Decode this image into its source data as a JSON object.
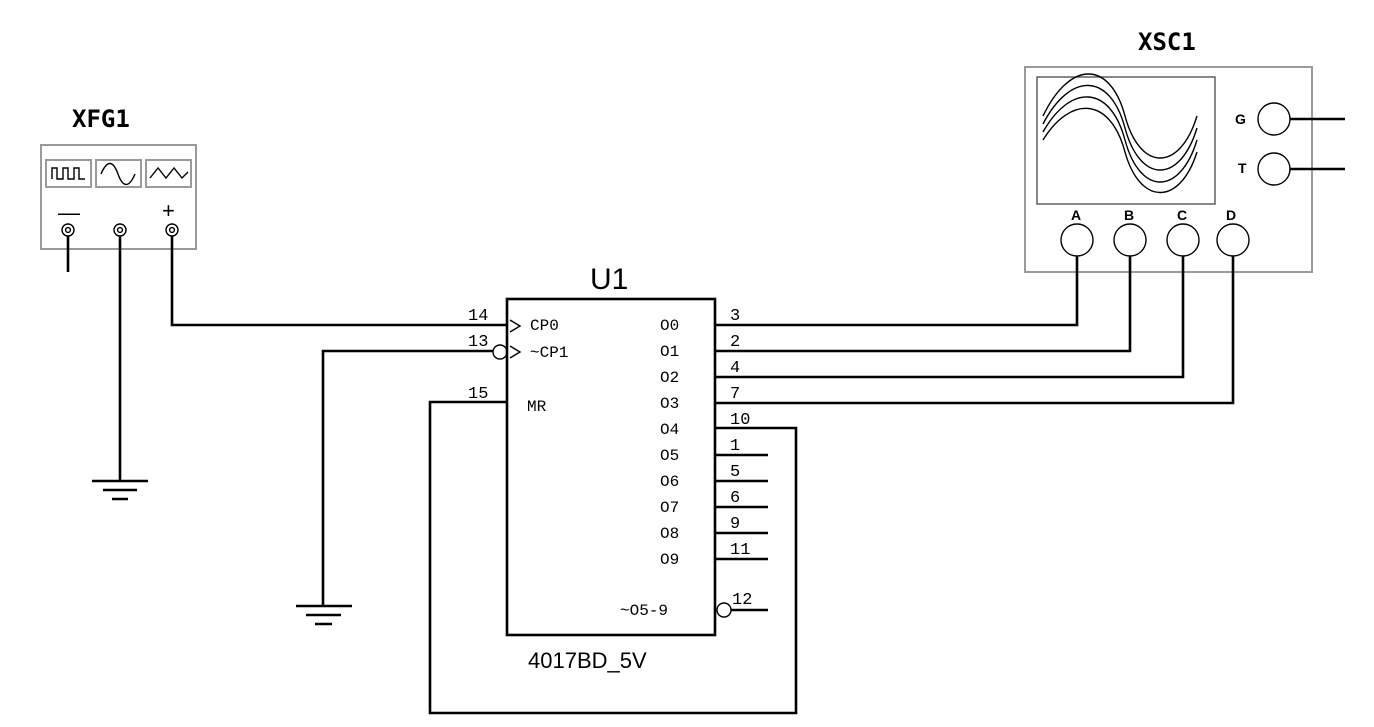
{
  "function_generator": {
    "name": "XFG1",
    "terminals": [
      "—",
      "",
      "+"
    ],
    "waveforms": [
      "square-wave-icon",
      "sine-wave-icon",
      "triangle-wave-icon"
    ]
  },
  "oscilloscope": {
    "name": "XSC1",
    "channels": [
      "A",
      "B",
      "C",
      "D"
    ],
    "side_terminals": [
      "G",
      "T"
    ]
  },
  "counter": {
    "ref": "U1",
    "part": "4017BD_5V",
    "left_pins": [
      {
        "num": "14",
        "label": "CP0"
      },
      {
        "num": "13",
        "label": "~CP1"
      },
      {
        "num": "15",
        "label": "MR"
      }
    ],
    "right_pins": [
      {
        "num": "3",
        "label": "O0"
      },
      {
        "num": "2",
        "label": "O1"
      },
      {
        "num": "4",
        "label": "O2"
      },
      {
        "num": "7",
        "label": "O3"
      },
      {
        "num": "10",
        "label": "O4"
      },
      {
        "num": "1",
        "label": "O5"
      },
      {
        "num": "5",
        "label": "O6"
      },
      {
        "num": "6",
        "label": "O7"
      },
      {
        "num": "9",
        "label": "O8"
      },
      {
        "num": "11",
        "label": "O9"
      }
    ],
    "carry_pin": {
      "num": "12",
      "label": "~O5-9"
    }
  }
}
